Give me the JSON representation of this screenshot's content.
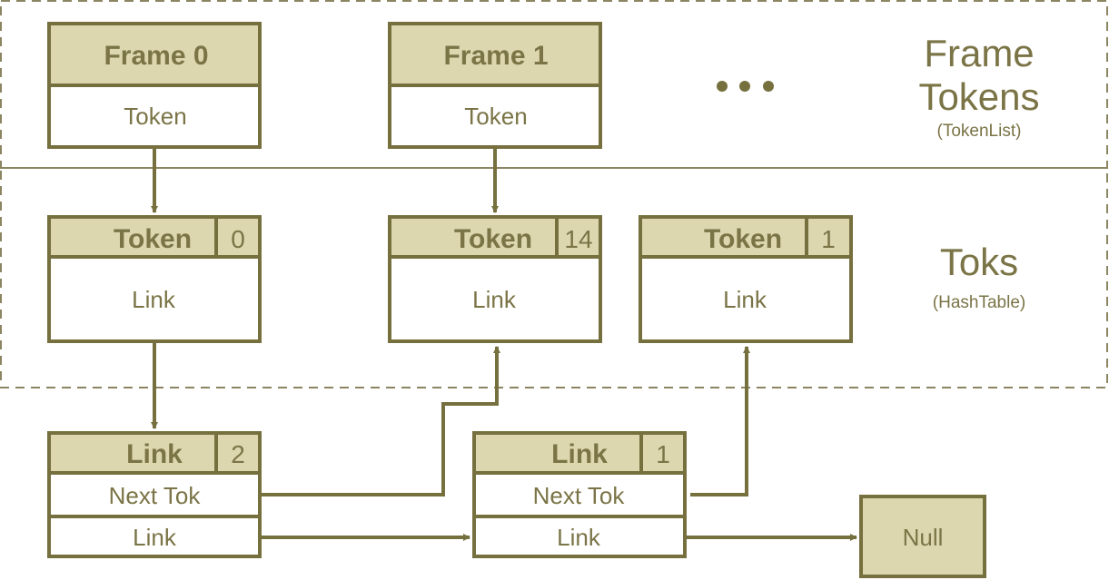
{
  "colors": {
    "stroke": "#76703f",
    "header_fill": "#ddd7b0",
    "text": "#7a7446",
    "dashed": "#8b8562"
  },
  "regions": {
    "frame_tokens": {
      "title_line1": "Frame",
      "title_line2": "Tokens",
      "subtitle": "(TokenList)"
    },
    "toks": {
      "title": "Toks",
      "subtitle": "(HashTable)"
    }
  },
  "frames": [
    {
      "header": "Frame 0",
      "field": "Token"
    },
    {
      "header": "Frame 1",
      "field": "Token"
    }
  ],
  "ellipsis": "• • •",
  "tokens": [
    {
      "header": "Token",
      "index": "0",
      "field": "Link"
    },
    {
      "header": "Token",
      "index": "14",
      "field": "Link"
    },
    {
      "header": "Token",
      "index": "1",
      "field": "Link"
    }
  ],
  "links": [
    {
      "header": "Link",
      "index": "2",
      "field1": "Next Tok",
      "field2": "Link"
    },
    {
      "header": "Link",
      "index": "1",
      "field1": "Next Tok",
      "field2": "Link"
    }
  ],
  "null_node": {
    "label": "Null"
  }
}
